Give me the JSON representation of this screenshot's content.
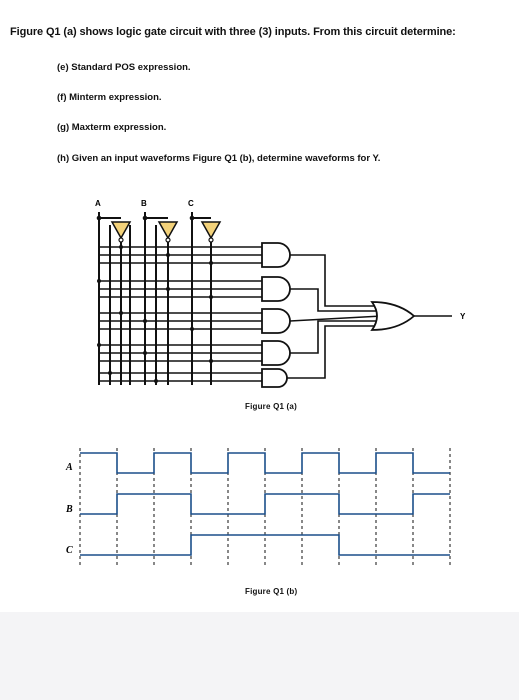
{
  "question": {
    "intro": "Figure Q1 (a) shows logic gate circuit with three (3) inputs. From this circuit determine:",
    "parts": [
      "(e) Standard POS expression.",
      "(f) Minterm expression.",
      "(g) Maxterm expression.",
      "(h) Given an input waveforms Figure Q1 (b), determine waveforms for Y."
    ]
  },
  "circuit": {
    "inputs": [
      "A",
      "B",
      "C"
    ],
    "output": "Y",
    "caption": "Figure Q1 (a)"
  },
  "waveforms": {
    "caption": "Figure Q1 (b)",
    "signals": [
      {
        "name": "A",
        "levels": [
          1,
          0,
          1,
          0,
          1,
          0,
          1,
          0,
          1,
          0
        ]
      },
      {
        "name": "B",
        "levels": [
          0,
          1,
          1,
          0,
          0,
          1,
          1,
          0,
          0,
          1
        ]
      },
      {
        "name": "C",
        "levels": [
          0,
          0,
          0,
          1,
          1,
          1,
          1,
          0,
          0,
          0
        ]
      }
    ],
    "colors": {
      "trace": "#1c4f8a",
      "guide": "#111111"
    }
  }
}
